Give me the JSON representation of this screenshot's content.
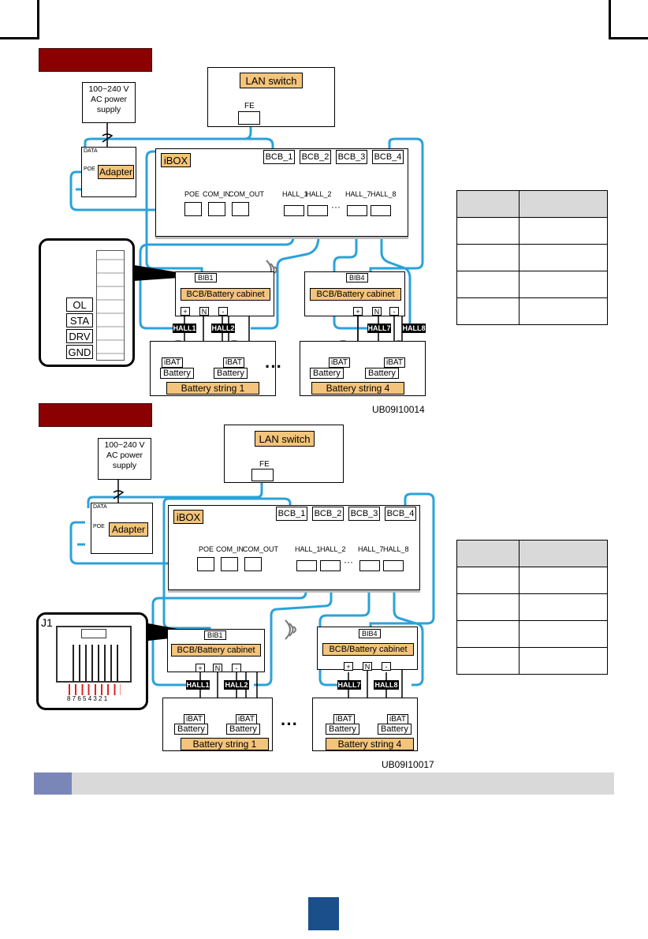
{
  "colors": {
    "header_bar": "#8b0000",
    "cable": "#2ba2d9",
    "label_fill": "#f3c47b",
    "note_icon": "#7b86b8",
    "page_badge": "#1a4f8c",
    "pin": "#e02020"
  },
  "diagrams": [
    {
      "id": "UB09I10014",
      "power_supply": "100~240 V\nAC power\nsupply",
      "lan_switch": "LAN switch",
      "fe": "FE",
      "adapter": "Adapter",
      "adapter_ports": [
        "DATA",
        "POE"
      ],
      "ibox": "iBOX",
      "bcb_ports": [
        "BCB_1",
        "BCB_2",
        "BCB_3",
        "BCB_4"
      ],
      "ports": [
        "POE",
        "COM_IN",
        "COM_OUT",
        "HALL_1",
        "HALL_2",
        "HALL_7",
        "HALL_8"
      ],
      "ellipsis": "···",
      "cabinets": [
        {
          "bib": "BIB1",
          "name": "BCB/Battery cabinet",
          "terminals": [
            "+",
            "N",
            "-"
          ],
          "halls": [
            "HALL1",
            "HALL2"
          ],
          "ibat": [
            "iBAT",
            "iBAT"
          ],
          "battery": [
            "Battery",
            "Battery"
          ],
          "string": "Battery string 1"
        },
        {
          "bib": "BIB4",
          "name": "BCB/Battery cabinet",
          "terminals": [
            "+",
            "N",
            "-"
          ],
          "halls": [
            "HALL7",
            "HALL8"
          ],
          "ibat": [
            "iBAT",
            "iBAT"
          ],
          "battery": [
            "Battery",
            "Battery"
          ],
          "string": "Battery string 4"
        }
      ],
      "terminal_labels": [
        "OL",
        "STA",
        "DRV",
        "GND"
      ]
    },
    {
      "id": "UB09I10017",
      "power_supply": "100~240 V\nAC power\nsupply",
      "lan_switch": "LAN switch",
      "fe": "FE",
      "adapter": "Adapter",
      "adapter_ports": [
        "DATA",
        "POE"
      ],
      "ibox": "iBOX",
      "bcb_ports": [
        "BCB_1",
        "BCB_2",
        "BCB_3",
        "BCB_4"
      ],
      "ports": [
        "POE",
        "COM_IN",
        "COM_OUT",
        "HALL_1",
        "HALL_2",
        "HALL_7",
        "HALL_8"
      ],
      "ellipsis": "···",
      "cabinets": [
        {
          "bib": "BIB1",
          "name": "BCB/Battery cabinet",
          "terminals": [
            "+",
            "N",
            "-"
          ],
          "halls": [
            "HALL1",
            "HALL2"
          ],
          "ibat": [
            "iBAT",
            "iBAT"
          ],
          "battery": [
            "Battery",
            "Battery"
          ],
          "string": "Battery string 1"
        },
        {
          "bib": "BIB4",
          "name": "BCB/Battery cabinet",
          "terminals": [
            "+",
            "N",
            "-"
          ],
          "halls": [
            "HALL7",
            "HALL8"
          ],
          "ibat": [
            "iBAT",
            "iBAT"
          ],
          "battery": [
            "Battery",
            "Battery"
          ],
          "string": "Battery string 4"
        }
      ],
      "connector_label": "J1",
      "pin_numbers": "8 7 6 5 4 3 2 1"
    }
  ],
  "dots": "···"
}
